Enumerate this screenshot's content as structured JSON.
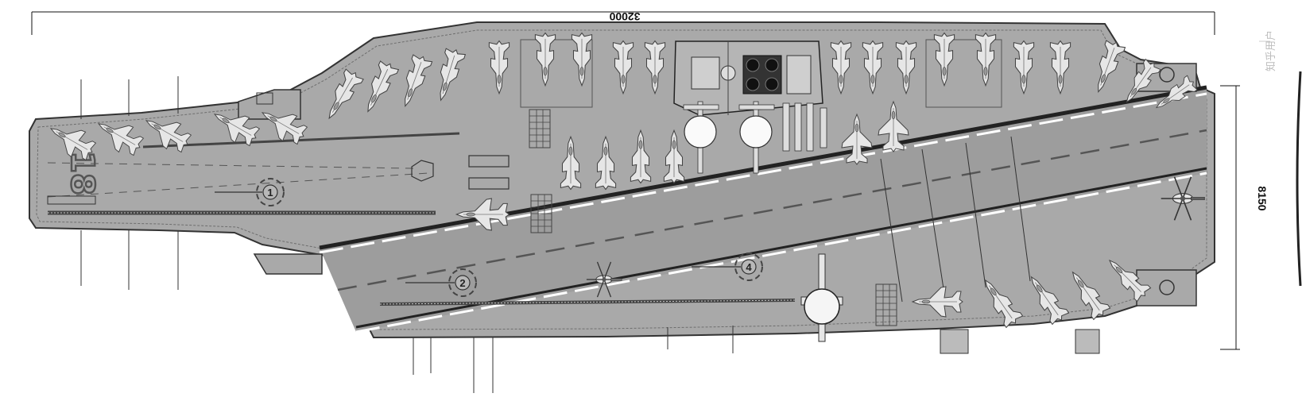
{
  "drawing": {
    "length_dimension": "32000",
    "beam_dimension": "8150",
    "hull_number": "18",
    "watermark": "知乎用户",
    "landing_spots": [
      "1",
      "2",
      "4"
    ]
  },
  "colors": {
    "deck": "#a9a9a9",
    "deck_dark": "#8e8e8e",
    "outline": "#333333",
    "marking": "#ffffff",
    "aircraft": "#e6e6e6",
    "aircraft_outline": "#444444"
  },
  "icons": [
    "fighter-jet-icon",
    "helicopter-icon",
    "early-warning-aircraft-icon",
    "island-superstructure-icon",
    "elevator-icon"
  ]
}
